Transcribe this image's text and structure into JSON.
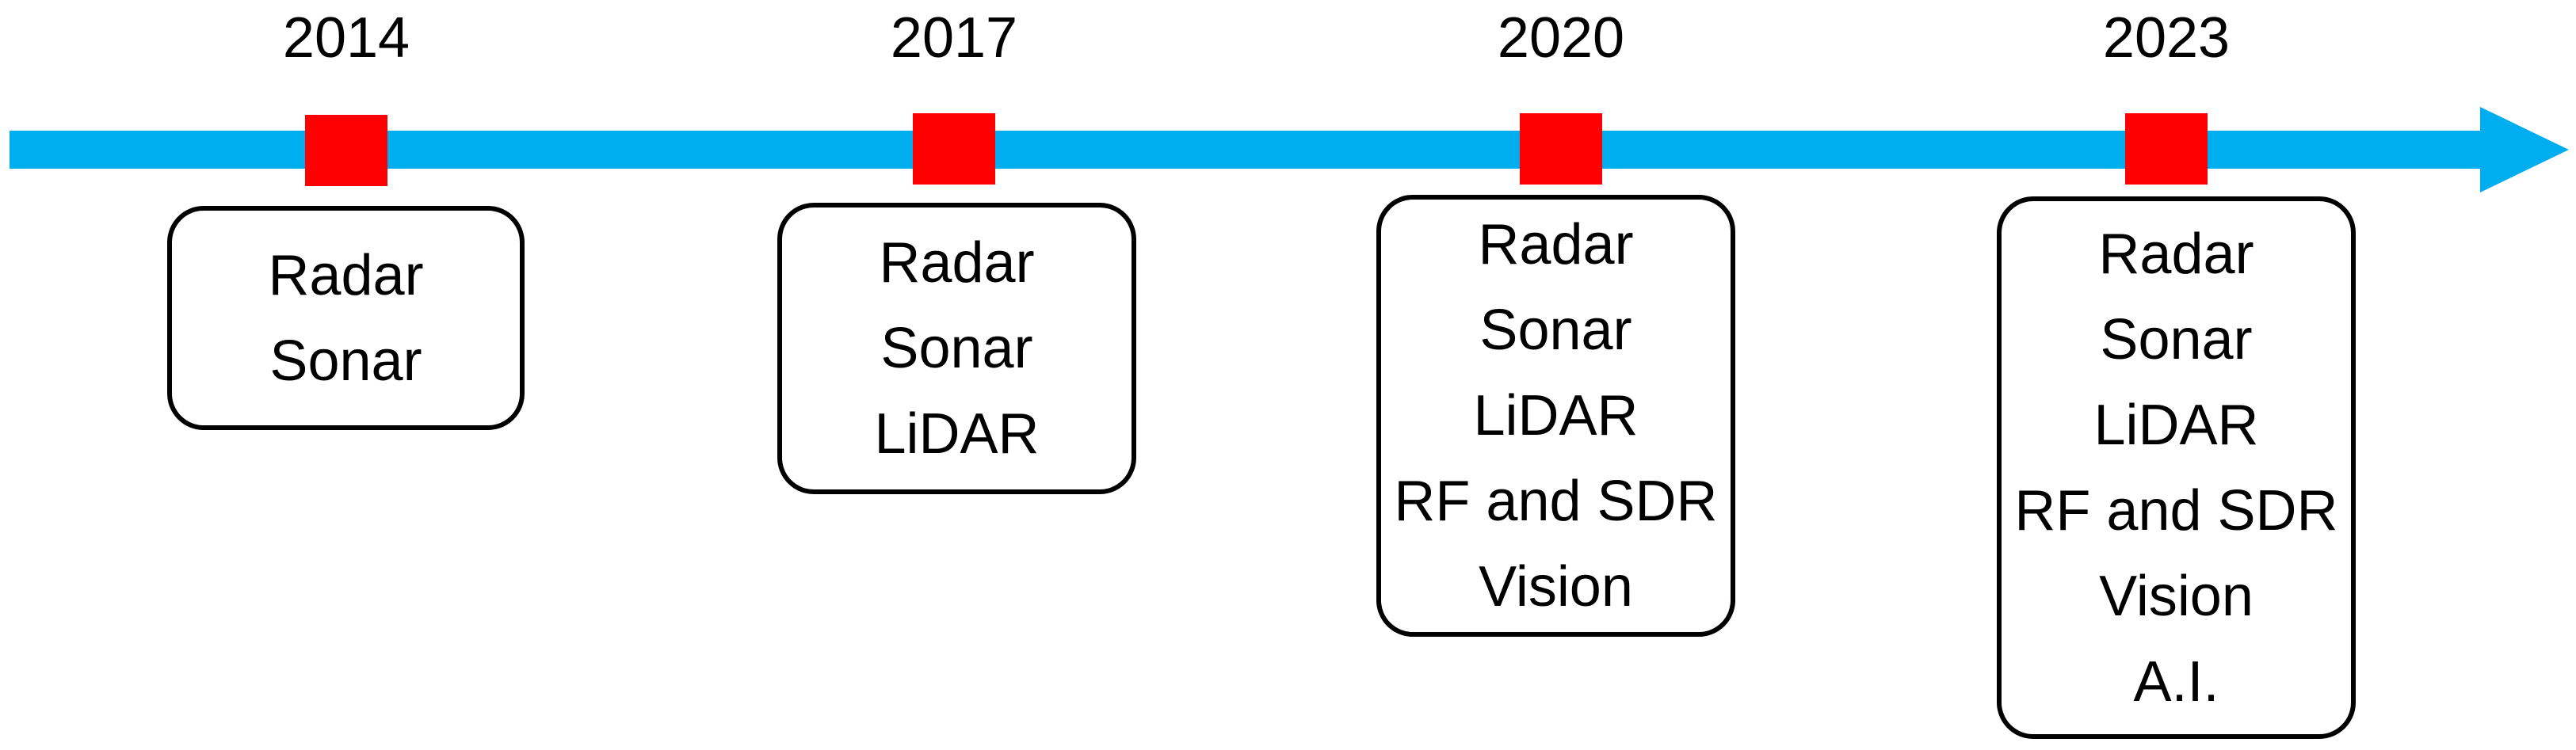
{
  "colors": {
    "arrow": "#00aeef",
    "marker": "#ff0000",
    "box_border": "#000000",
    "text": "#000000"
  },
  "milestones": [
    {
      "year": "2014",
      "items": [
        "Radar",
        "Sonar"
      ]
    },
    {
      "year": "2017",
      "items": [
        "Radar",
        "Sonar",
        "LiDAR"
      ]
    },
    {
      "year": "2020",
      "items": [
        "Radar",
        "Sonar",
        "LiDAR",
        "RF and SDR",
        "Vision"
      ]
    },
    {
      "year": "2023",
      "items": [
        "Radar",
        "Sonar",
        "LiDAR",
        "RF and SDR",
        "Vision",
        "A.I."
      ]
    }
  ]
}
